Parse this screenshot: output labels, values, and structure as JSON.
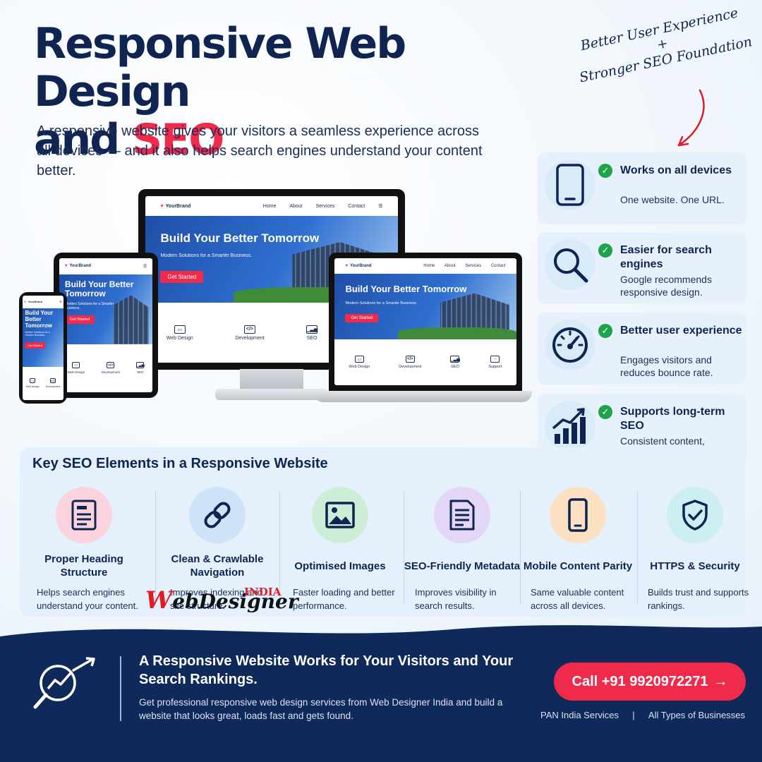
{
  "header": {
    "title_line1": "Responsive Web Design",
    "title_and": "and",
    "title_accent": "SEO",
    "intro": "A responsive website gives your visitors a seamless experience across all devices — and it also helps search engines understand your content better.",
    "handwritten_line1": "Better User Experience",
    "handwritten_plus": "+",
    "handwritten_line2": "Stronger SEO Foundation"
  },
  "mockup": {
    "brand": "YourBrand",
    "nav": [
      "Home",
      "About",
      "Services",
      "Contact"
    ],
    "menu_icon": "hamburger-icon",
    "hero_title": "Build Your Better Tomorrow",
    "hero_subtitle": "Modern Solutions for a Smarter Business.",
    "cta": "Get Started",
    "services": [
      "Web Design",
      "Development",
      "SEO",
      "Support"
    ],
    "tablet_services": [
      "Web Design",
      "Development",
      "SEO"
    ],
    "phone_services": [
      "Web Design",
      "Development"
    ]
  },
  "benefits": [
    {
      "title": "Works on all devices",
      "desc": "One website. One URL.",
      "icon": "smartphone-icon"
    },
    {
      "title": "Easier for search engines",
      "desc": "Google recommends responsive design.",
      "icon": "search-icon"
    },
    {
      "title": "Better user experience",
      "desc": "Engages visitors and reduces bounce rate.",
      "icon": "speedometer-icon"
    },
    {
      "title": "Supports long-term SEO",
      "desc": "Consistent content, structure and links.",
      "icon": "growth-chart-icon"
    }
  ],
  "seo_section": {
    "heading": "Key SEO Elements in a Responsive Website",
    "items": [
      {
        "title": "Proper Heading Structure",
        "desc": "Helps search engines understand your content.",
        "icon": "document-icon",
        "color": "#fbd3dc"
      },
      {
        "title": "Clean & Crawlable Navigation",
        "desc": "Improves indexing and site structure.",
        "icon": "link-icon",
        "color": "#cfe3f8"
      },
      {
        "title": "Optimised Images",
        "desc": "Faster loading and better performance.",
        "icon": "image-icon",
        "color": "#cdeed6"
      },
      {
        "title": "SEO-Friendly Metadata",
        "desc": "Improves visibility in search results.",
        "icon": "metadata-icon",
        "color": "#e3d6f6"
      },
      {
        "title": "Mobile Content Parity",
        "desc": "Same valuable content across all devices.",
        "icon": "mobile-icon",
        "color": "#fbe1c2"
      },
      {
        "title": "HTTPS & Security",
        "desc": "Builds trust and supports rankings.",
        "icon": "shield-check-icon",
        "color": "#cdeef2"
      }
    ]
  },
  "logo": {
    "w": "W",
    "text": "ebDesigner",
    "india": "INDIA"
  },
  "footer": {
    "headline": "A Responsive Website Works for Your Visitors and Your Search Rankings.",
    "sub": "Get professional responsive web design services from Web Designer India and build a website that looks great, loads fast and gets found.",
    "cta": "Call +91 9920972271",
    "tag1": "PAN India Services",
    "separator": "|",
    "tag2": "All Types of Businesses"
  },
  "colors": {
    "navy": "#0f2450",
    "accent": "#ef2a4b",
    "check": "#1fa24a",
    "footer_bg": "#0f2a5a"
  }
}
